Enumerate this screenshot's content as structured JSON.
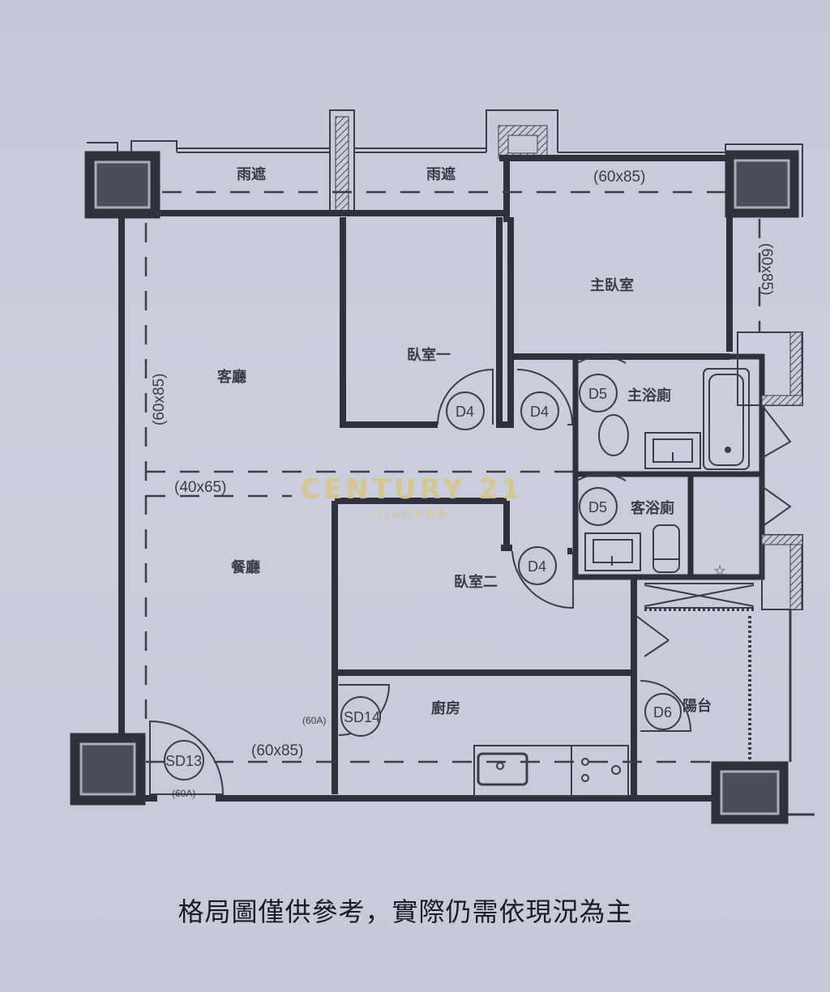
{
  "rooms": {
    "bay_window_1": "雨遮",
    "bay_window_2": "雨遮",
    "master_bedroom": "主臥室",
    "bedroom_1": "臥室一",
    "living_room": "客廳",
    "master_bath": "主浴廁",
    "guest_bath": "客浴廁",
    "dining_room": "餐廳",
    "bedroom_2": "臥室二",
    "kitchen": "廚房",
    "balcony": "陽台"
  },
  "dimensions": {
    "top_right": "(60x85)",
    "right_side": "(60x85)",
    "left_side": "(60x85)",
    "beam_mid": "(40x65)",
    "bottom": "(60x85)",
    "sd13_width": "(60A)",
    "sd14_width": "(60A)"
  },
  "doors": {
    "bedroom1": "D4",
    "master": "D4",
    "bedroom2": "D4",
    "master_bath": "D5",
    "guest_bath": "D5",
    "balcony": "D6",
    "entry": "SD13",
    "kitchen": "SD14"
  },
  "watermark": {
    "brand": "CENTURY 21",
    "subtitle": "21世紀不動產",
    "color": "#d8c68a"
  },
  "disclaimer": "格局圖僅供參考，實際仍需依現況為主"
}
